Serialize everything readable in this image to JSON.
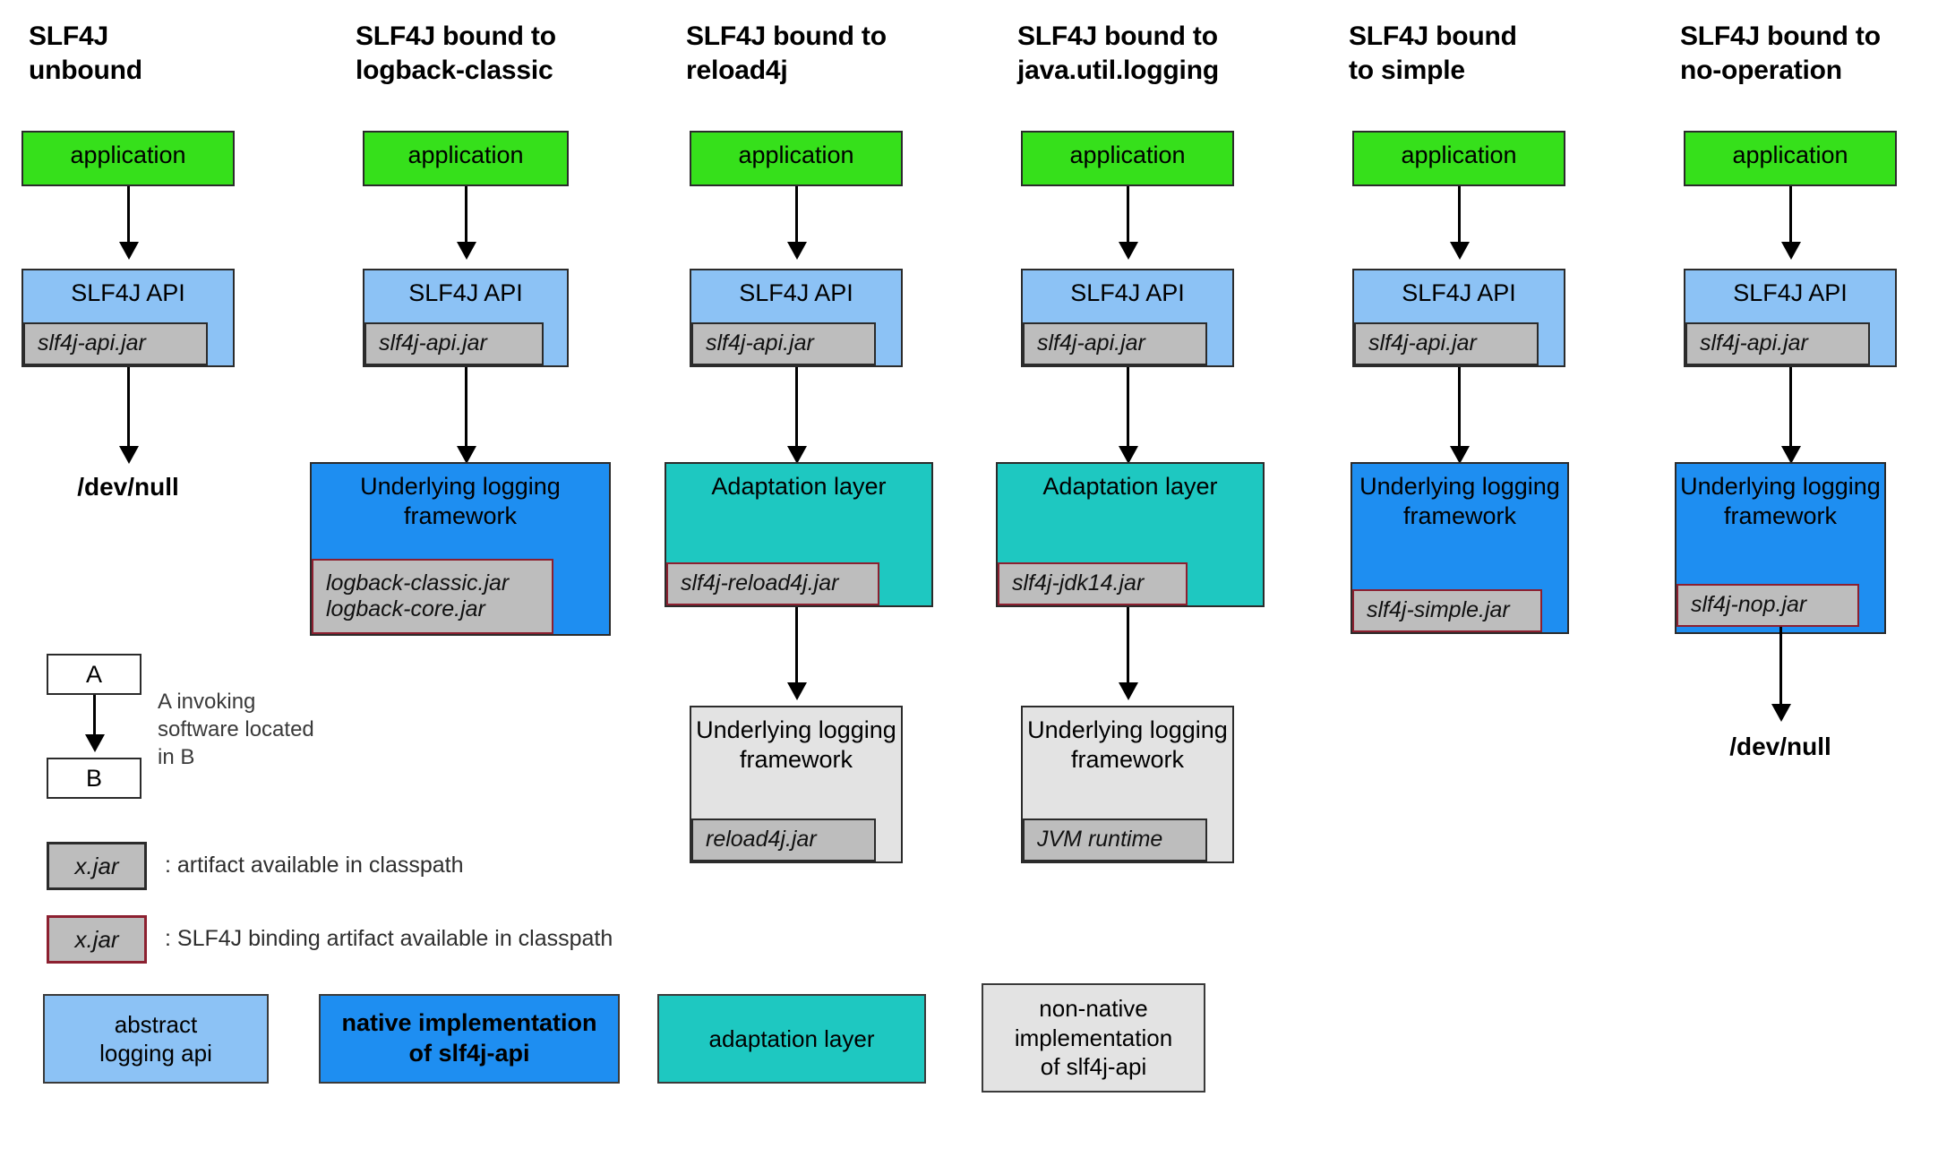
{
  "diagram": {
    "title": "SLF4J binding architecture",
    "colors": {
      "application": "#36e01b",
      "abstract_api": "#8cc2f5",
      "native_impl": "#1e8ef1",
      "adaptation_layer": "#1ec8c1",
      "non_native_impl": "#e3e3e3",
      "artifact_chip": "#bdbdbd",
      "binding_border": "#8c2030",
      "default_border": "#2b2b2b"
    }
  },
  "columns": [
    {
      "header": "SLF4J\nunbound",
      "application": "application",
      "api_title": "SLF4J API",
      "api_jar": "slf4j-api.jar",
      "terminal": "/dev/null"
    },
    {
      "header": "SLF4J bound to\nlogback-classic",
      "application": "application",
      "api_title": "SLF4J API",
      "api_jar": "slf4j-api.jar",
      "impl_title": "Underlying logging\nframework",
      "impl_jar": "logback-classic.jar\nlogback-core.jar"
    },
    {
      "header": "SLF4J bound to\nreload4j",
      "application": "application",
      "api_title": "SLF4J API",
      "api_jar": "slf4j-api.jar",
      "adapter_title": "Adaptation layer",
      "adapter_jar": "slf4j-reload4j.jar",
      "impl_title": "Underlying\nlogging\nframework",
      "impl_jar": "reload4j.jar"
    },
    {
      "header": "SLF4J bound to\njava.util.logging",
      "application": "application",
      "api_title": "SLF4J API",
      "api_jar": "slf4j-api.jar",
      "adapter_title": "Adaptation layer",
      "adapter_jar": "slf4j-jdk14.jar",
      "impl_title": "Underlying\nlogging\nframework",
      "impl_jar": "JVM runtime"
    },
    {
      "header": "SLF4J bound\nto simple",
      "application": "application",
      "api_title": "SLF4J API",
      "api_jar": "slf4j-api.jar",
      "impl_title": "Underlying\nlogging\nframework",
      "impl_jar": "slf4j-simple.jar"
    },
    {
      "header": "SLF4J bound to\nno-operation",
      "application": "application",
      "api_title": "SLF4J API",
      "api_jar": "slf4j-api.jar",
      "impl_title": "Underlying\nlogging\nframework",
      "impl_jar": "slf4j-nop.jar",
      "terminal": "/dev/null"
    }
  ],
  "legend": {
    "invocation": {
      "box_a": "A",
      "box_b": "B",
      "caption": "A invoking\nsoftware located\nin B"
    },
    "artifact": {
      "chip": "x.jar",
      "description": ": artifact available in classpath"
    },
    "binding_artifact": {
      "chip": "x.jar",
      "description": ": SLF4J binding artifact available in classpath"
    },
    "swatches": [
      {
        "label": "abstract\nlogging api",
        "color": "#8cc2f5",
        "bold": false
      },
      {
        "label": "native implementation\nof slf4j-api",
        "color": "#1e8ef1",
        "bold": true
      },
      {
        "label": "adaptation layer",
        "color": "#1ec8c1",
        "bold": false
      },
      {
        "label": "non-native\nimplementation\nof slf4j-api",
        "color": "#e3e3e3",
        "bold": false
      }
    ]
  }
}
